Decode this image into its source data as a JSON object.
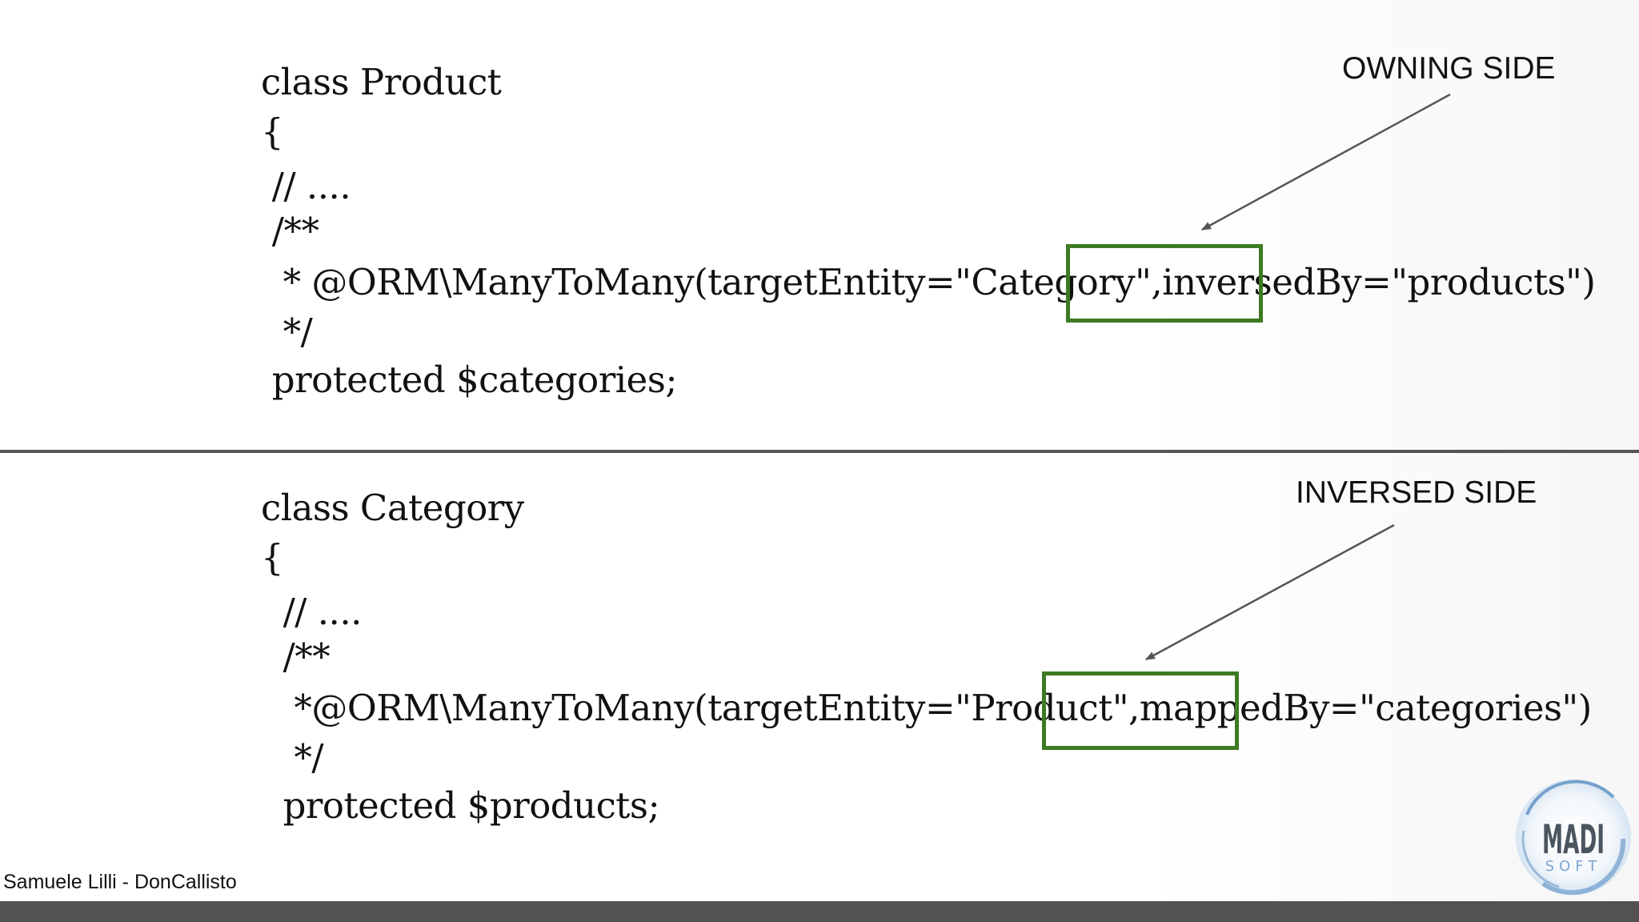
{
  "owning_block": {
    "lines": [
      "class Product",
      "{",
      " // ....",
      " /**",
      "  * @ORM\\ManyToMany(targetEntity=\"Category\",inversedBy=\"products\")",
      "  */",
      " protected $categories;"
    ],
    "label": "OWNING SIDE"
  },
  "inversed_block": {
    "lines": [
      "class Category",
      "{",
      "  // ....",
      "  /**",
      "   *@ORM\\ManyToMany(targetEntity=\"Product\",mappedBy=\"categories\")",
      "   */",
      "  protected $products;"
    ],
    "label": "INVERSED SIDE"
  },
  "footer": {
    "author": "Samuele Lilli - DonCallisto"
  },
  "logo": {
    "text_top": "MADI",
    "text_bottom": "SOFT"
  },
  "colors": {
    "highlight": "#3d7a24",
    "divider": "#555555",
    "footer_bar": "#525252",
    "logo_blue": "#5b8fc4"
  }
}
